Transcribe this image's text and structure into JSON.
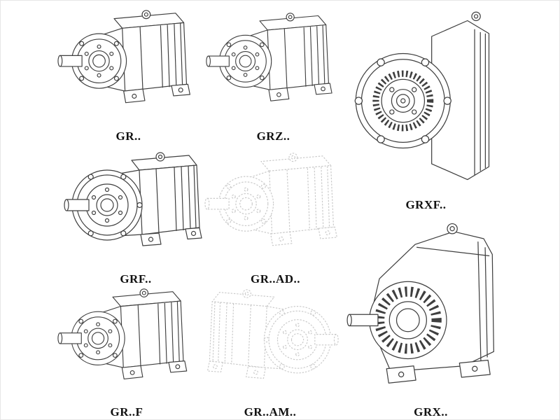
{
  "page": {
    "background_color": "#ffffff",
    "line_color": "#3f3f3f",
    "faint_line_color": "#c9c9c9",
    "label_color": "#111111",
    "description": "Catalog sheet of helical gear reducer model variants shown as technical line drawings"
  },
  "items": [
    {
      "label": "GR..",
      "faint": false
    },
    {
      "label": "GRZ..",
      "faint": false
    },
    {
      "label": "GRXF..",
      "faint": false
    },
    {
      "label": "GRF..",
      "faint": false
    },
    {
      "label": "GR..AD..",
      "faint": true
    },
    {
      "label": "GR..F",
      "faint": false
    },
    {
      "label": "GR..AM..",
      "faint": true
    },
    {
      "label": "GRX..",
      "faint": false
    }
  ]
}
